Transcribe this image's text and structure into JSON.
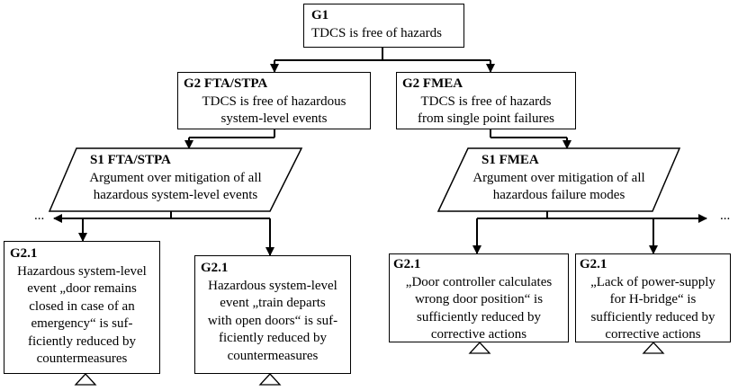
{
  "nodes": {
    "g1": {
      "id": "G1",
      "text": "TDCS is free of hazards"
    },
    "g2_fta": {
      "id": "G2 FTA/STPA",
      "text": "TDCS is free of hazardous\nsystem-level events"
    },
    "g2_fmea": {
      "id": "G2 FMEA",
      "text": "TDCS is free of hazards\nfrom single point failures"
    },
    "s1_fta": {
      "id": "S1 FTA/STPA",
      "text": "Argument over mitigation of all\nhazardous system-level events"
    },
    "s1_fmea": {
      "id": "S1 FMEA",
      "text": "Argument over mitigation of all\nhazardous failure modes"
    },
    "g21_a": {
      "id": "G2.1",
      "text": "Hazardous system-level\nevent „door remains\nclosed in case of an\nemergency“ is suf-\nficiently reduced by\ncountermeasures"
    },
    "g21_b": {
      "id": "G2.1",
      "text": "Hazardous system-level\nevent „train departs\nwith open doors“ is suf-\nficiently reduced by\ncountermeasures"
    },
    "g21_c": {
      "id": "G2.1",
      "text": "„Door controller calculates\nwrong door position“ is\nsufficiently reduced by\ncorrective actions"
    },
    "g21_d": {
      "id": "G2.1",
      "text": "„Lack of power-supply\nfor H-bridge“ is\nsufficiently reduced by\ncorrective actions"
    }
  },
  "ellipsis_left": "...",
  "ellipsis_right": "..."
}
